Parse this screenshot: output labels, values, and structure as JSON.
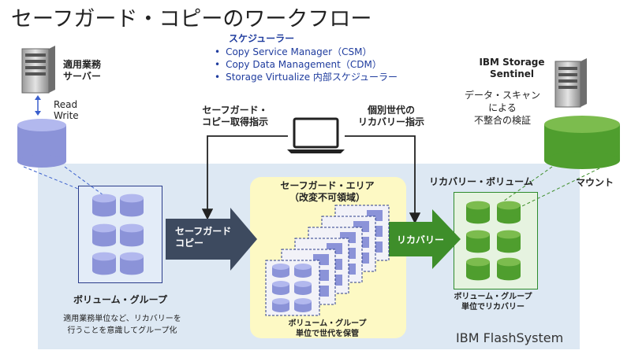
{
  "title": "セーフガード・コピーのワークフロー",
  "scheduler": {
    "title": "スケジューラー",
    "items": [
      "Copy Service Manager（CSM）",
      "Copy Data Management（CDM）",
      "Storage Virtualize 内部スケジューラー"
    ]
  },
  "app_server": {
    "line1": "適用業務",
    "line2": "サーバー"
  },
  "read_write": {
    "line1": "Read",
    "line2": "Write"
  },
  "sentinel": {
    "name_line1": "IBM Storage",
    "name_line2": "Sentinel",
    "desc": [
      "データ・スキャン",
      "による",
      "不整合の検証"
    ]
  },
  "instructions": {
    "safeguard": [
      "セーフガード・",
      "コピー取得指示"
    ],
    "recovery": [
      "個別世代の",
      "リカバリー指示"
    ]
  },
  "safeguard_area": {
    "title_line1": "セーフガード・エリア",
    "title_line2": "（改変不可領域）",
    "footer_line1": "ボリューム・グループ",
    "footer_line2": "単位で世代を保管"
  },
  "copy_arrow": {
    "line1": "セーフガード",
    "line2": "コピー"
  },
  "recovery_arrow": "リカバリー",
  "volume_group": {
    "label": "ボリューム・グループ",
    "desc_line1": "適用業務単位など、リカバリーを",
    "desc_line2": "行うことを意識してグループ化"
  },
  "recovery_volume": {
    "title": "リカバリー・ボリューム",
    "footer_line1": "ボリューム・グループ",
    "footer_line2": "単位でリカバリー"
  },
  "mount": "マウント",
  "system": "IBM FlashSystem",
  "colors": {
    "title_blue": "#1f3c9e",
    "flash_bg": "#dde8f3",
    "copy_arrow": "#3d4a5f",
    "recovery_arrow": "#3e8e2a",
    "volume_blue": "#8b93d8",
    "volume_green": "#4f9e2e",
    "safeguard_yellow": "#fdf9c4"
  }
}
